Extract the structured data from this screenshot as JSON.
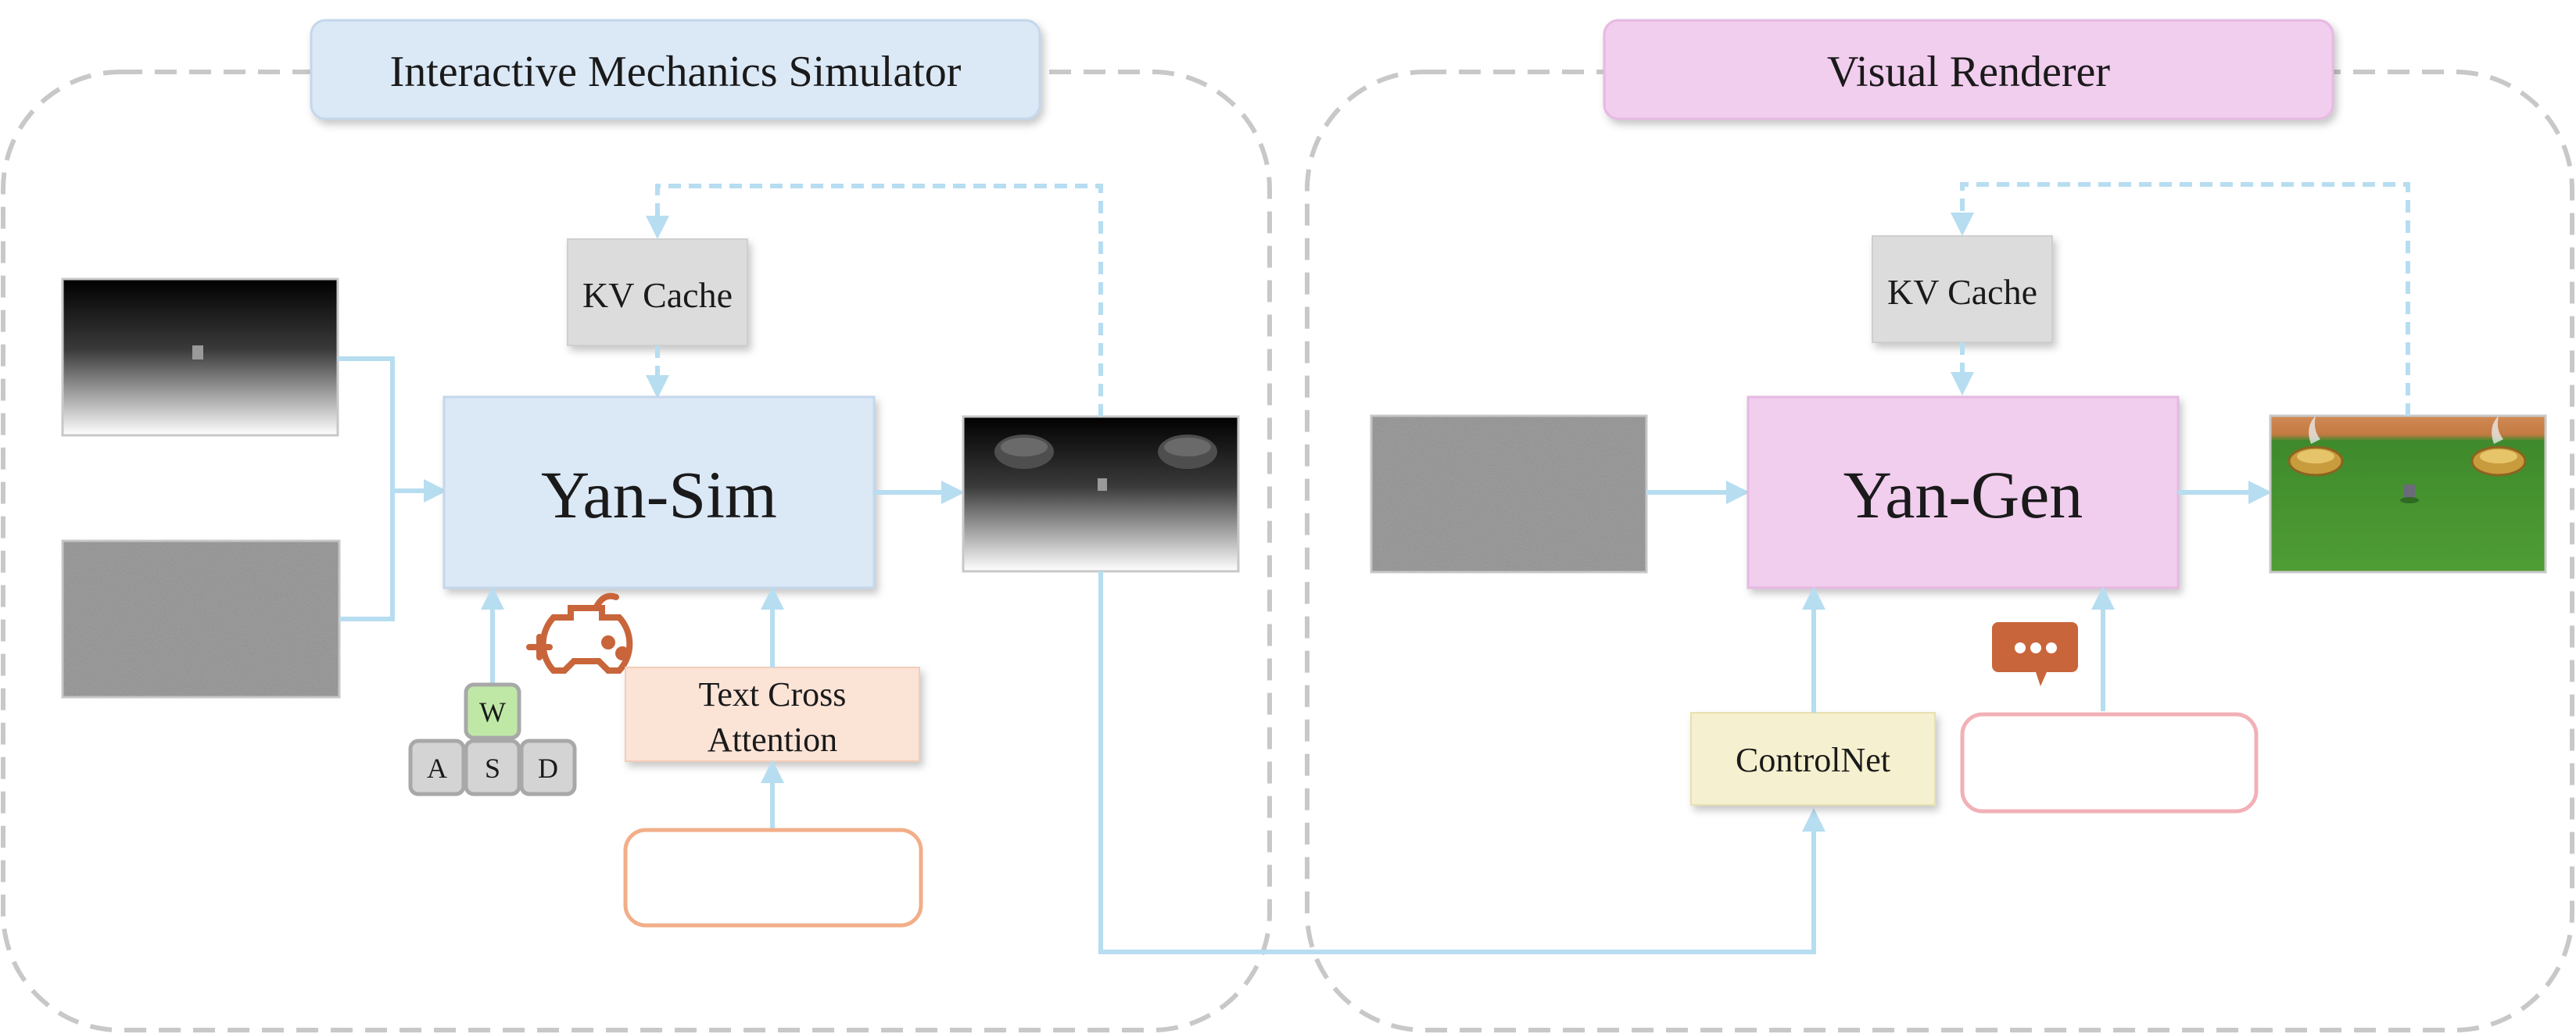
{
  "diagram": {
    "left_panel": {
      "title": "Interactive Mechanics Simulator",
      "color": "#dbe8f6"
    },
    "right_panel": {
      "title": "Visual Renderer",
      "color": "#f1cdee"
    },
    "kv_cache_left": "KV Cache",
    "kv_cache_right": "KV Cache",
    "yan_sim": "Yan-Sim",
    "yan_gen": "Yan-Gen",
    "text_cross_attention": [
      "Text Cross",
      "Attention"
    ],
    "controlnet": "ControlNet",
    "keys": {
      "w": "W",
      "a": "A",
      "s": "S",
      "d": "D"
    },
    "icons": {
      "gamepad": "gamepad-icon",
      "chat": "chat-bubble-icon"
    },
    "colors": {
      "arrow": "#b7ddf1",
      "dash_border": "#c8c8c8",
      "cache_fill": "#dcdcdc",
      "text_attn_fill": "#fbe3d6",
      "controlnet_fill": "#f5f0cf",
      "prompt_left_border": "#f2ae88",
      "prompt_right_border": "#f1b1b7",
      "icon_orange": "#c9653a",
      "key_w_fill": "#bfe8a6"
    }
  }
}
